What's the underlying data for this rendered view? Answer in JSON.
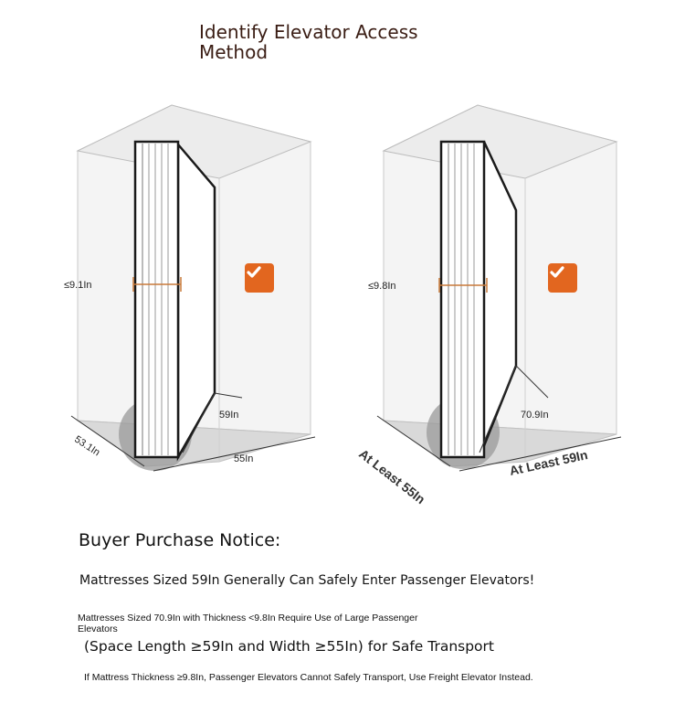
{
  "title": "Identify Elevator Access Method",
  "diagrams": [
    {
      "thickness_label": "≤9.1In",
      "mattress_length_label": "59In",
      "depth_label": "53.1In",
      "width_label": "55In",
      "check_icon": "check-icon",
      "accent_color": "#e2661f"
    },
    {
      "thickness_label": "≤9.8In",
      "mattress_length_label": "70.9In",
      "depth_label": "At Least 55In",
      "width_label": "At Least 59In",
      "check_icon": "check-icon",
      "accent_color": "#e2661f"
    }
  ],
  "notice": {
    "heading": "Buyer Purchase Notice:",
    "line1": "Mattresses Sized 59In Generally Can Safely Enter Passenger Elevators!",
    "line2": "Mattresses Sized 70.9In with Thickness <9.8In Require Use of Large Passenger Elevators",
    "line3": "(Space Length ≥59In and Width ≥55In) for Safe Transport",
    "line4": "If Mattress Thickness ≥9.8In, Passenger Elevators Cannot Safely Transport, Use Freight Elevator Instead."
  }
}
